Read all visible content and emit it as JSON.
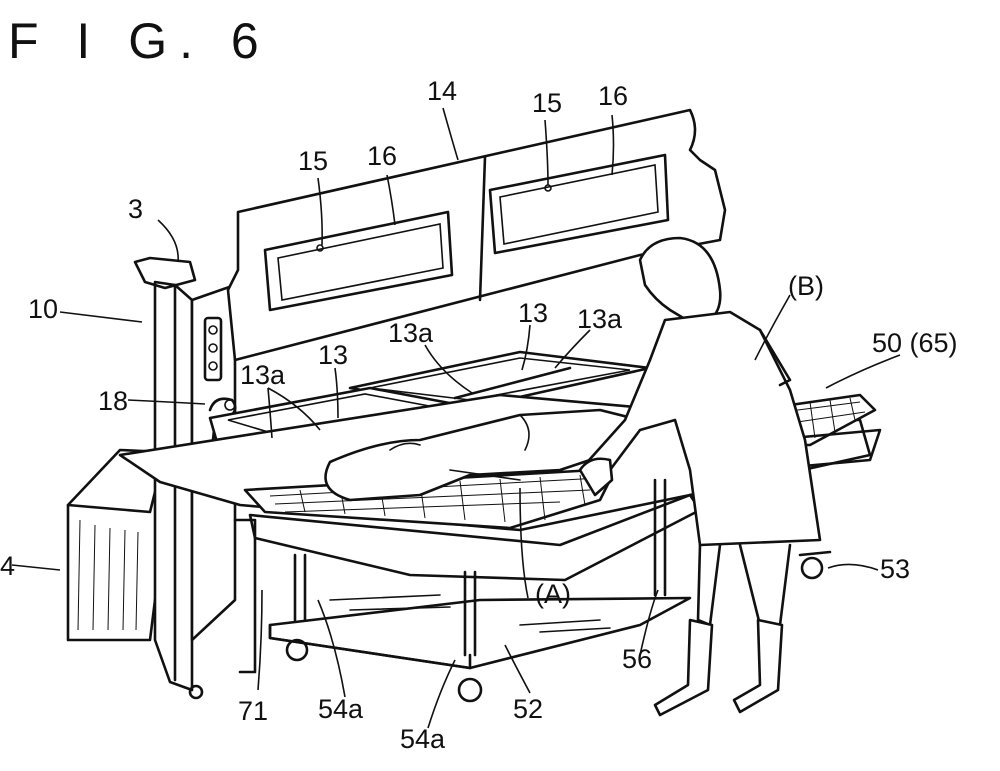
{
  "figure": {
    "title": "F I G. 6"
  },
  "labels": {
    "l14_top": "14",
    "l15_left": "15",
    "l16_left": "16",
    "l15_right": "15",
    "l16_right": "16",
    "l3": "3",
    "l10": "10",
    "l13_mid": "13",
    "l13a_mid": "13a",
    "l13a_mid_left": "13a",
    "l13_left": "13",
    "l13a_left": "13a",
    "l18": "18",
    "lB": "(B)",
    "l50": "50 (65)",
    "l4": "4",
    "lA": "(A)",
    "l53": "53",
    "l56": "56",
    "l71": "71",
    "l54a_left": "54a",
    "l54a_bottom": "54a",
    "l52": "52"
  }
}
